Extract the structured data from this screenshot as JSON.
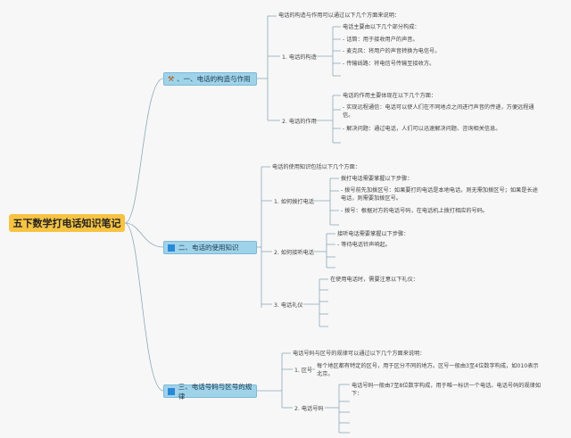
{
  "root": "五下数学打电话知识笔记",
  "branches": [
    {
      "label": "、一、电话的构造与作用",
      "intro": "电话的构造与作用可以通过以下几个方面来说明：",
      "subs": [
        {
          "label": "1. 电话的构造",
          "head": "电话主要由以下几个部分构成：",
          "items": [
            "- 话筒：用于接收用户的声音。",
            "- 麦克风：将用户的声音转换为电信号。",
            "- 传输线路：将电信号传输至接收方。"
          ]
        },
        {
          "label": "2. 电话的作用",
          "head": "电话的作用主要体现在以下几个方面：",
          "items": [
            "- 实现远程通信：电话可以使人们在不同地点之间进行声音的传递，方便远程通信。",
            "- 解决问题：通过电话，人们可以迅速解决问题、咨询相关信息。"
          ]
        }
      ]
    },
    {
      "label": "二、电话的使用知识",
      "intro": "电话的使用知识包括以下几个方面：",
      "subs": [
        {
          "label": "1. 如何拨打电话",
          "head": "拨打电话需要掌握以下步骤：",
          "items": [
            "- 拨号前先加拨区号：如果要打的电话是本地电话，则无需加拨区号；如果是长途电话，则需要加拨区号。",
            "- 拨号：根据对方的电话号码，在电话机上拨打相应的号码。"
          ]
        },
        {
          "label": "2. 如何接听电话",
          "head": "接听电话需要掌握以下步骤：",
          "items": [
            "- 等待电话铃声响起。"
          ]
        },
        {
          "label": "3. 电话礼仪",
          "head": "在使用电话时，需要注意以下礼仪：",
          "items": []
        }
      ]
    },
    {
      "label": "三、电话号码与区号的规律",
      "intro": "电话号码与区号的规律可以通过以下几个方面来说明：",
      "subs": [
        {
          "label": "1. 区号",
          "head": "每个地区都有特定的区号，用于区分不同的地方。区号一般由3至4位数字构成，如010表示北京。",
          "items": []
        },
        {
          "label": "2. 电话号码",
          "head": "电话号码一般由7至8位数字构成，用于唯一标识一个电话。电话号码的规律如下：",
          "items": []
        }
      ]
    }
  ],
  "colors": {
    "root_bg": "#f6c343",
    "branch_bg": "#9fd3ea",
    "line": "#8aa9b8"
  }
}
